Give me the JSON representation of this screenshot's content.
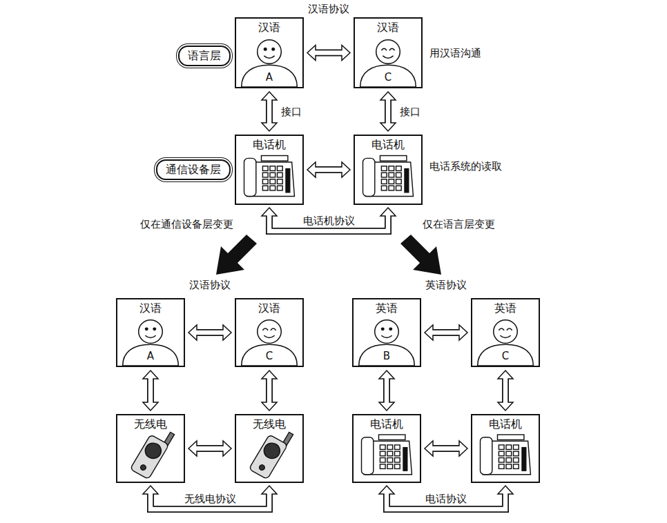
{
  "diagram": {
    "nodes": [
      {
        "text": [
          "语言层"
        ]
      },
      {
        "text": [
          "汉语",
          "A"
        ]
      },
      {
        "text": [
          "汉语",
          "C"
        ]
      },
      {
        "text": [
          "通信设备层"
        ]
      },
      {
        "text": [
          "电话机"
        ]
      },
      {
        "text": [
          "电话机"
        ]
      },
      {
        "text": [
          "汉语",
          "A"
        ]
      },
      {
        "text": [
          "汉语",
          "C"
        ]
      },
      {
        "text": [
          "无线电"
        ]
      },
      {
        "text": [
          "无线电"
        ]
      },
      {
        "text": [
          "英语",
          "B"
        ]
      },
      {
        "text": [
          "英语",
          "C"
        ]
      },
      {
        "text": [
          "电话机"
        ]
      },
      {
        "text": [
          "电话机"
        ]
      }
    ],
    "edges": [
      {
        "from": 1,
        "to": 2,
        "arrow": "both"
      },
      {
        "from": 1,
        "to": 4,
        "arrow": "both",
        "label": "接口"
      },
      {
        "from": 2,
        "to": 5,
        "arrow": "both",
        "label": "接口"
      },
      {
        "from": 4,
        "to": 5,
        "arrow": "both"
      },
      {
        "from": 4,
        "to": 5,
        "arrow": "both",
        "label": "电话机协议"
      },
      {
        "from": 6,
        "to": 7,
        "arrow": "both"
      },
      {
        "from": 6,
        "to": 8,
        "arrow": "both"
      },
      {
        "from": 7,
        "to": 9,
        "arrow": "both"
      },
      {
        "from": 8,
        "to": 9,
        "arrow": "both"
      },
      {
        "from": 8,
        "to": 9,
        "arrow": "both",
        "label": "无线电协议"
      },
      {
        "from": 10,
        "to": 11,
        "arrow": "both"
      },
      {
        "from": 10,
        "to": 12,
        "arrow": "both"
      },
      {
        "from": 11,
        "to": 13,
        "arrow": "both"
      },
      {
        "from": 12,
        "to": 13,
        "arrow": "both"
      },
      {
        "from": 12,
        "to": 13,
        "arrow": "both",
        "label": "电话协议"
      }
    ],
    "labels": [
      "汉语协议",
      "用汉语沟通",
      "电话系统的读取",
      "仅在通信设备层变更",
      "仅在语言层变更",
      "汉语协议",
      "英语协议"
    ]
  }
}
